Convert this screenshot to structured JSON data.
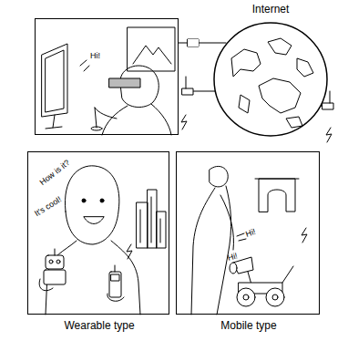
{
  "diagram": {
    "nodes": [
      {
        "text": [
          "Hi!"
        ]
      },
      {
        "text": [
          "Internet"
        ]
      },
      {
        "text": [
          "Wearable type",
          "How is it?",
          "It's cool!"
        ]
      },
      {
        "text": [
          "Mobile type",
          "Hi!",
          "Hi!"
        ]
      }
    ],
    "edges": [
      {
        "from": 0,
        "to": 1,
        "arrow": "none"
      }
    ]
  }
}
